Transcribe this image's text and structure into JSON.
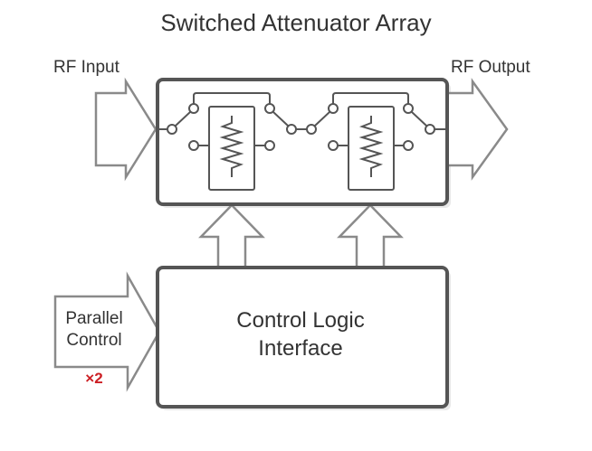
{
  "title": "Switched Attenuator Array",
  "rf_input_label": "RF Input",
  "rf_output_label": "RF Output",
  "control_logic": {
    "line1": "Control Logic",
    "line2": "Interface"
  },
  "parallel_control": {
    "line1": "Parallel",
    "line2": "Control",
    "multiplier": "×2"
  },
  "colors": {
    "border": "#555555",
    "arrow_outline": "#8a8a8a",
    "text": "#333333",
    "multiplier": "#cc1f24"
  }
}
